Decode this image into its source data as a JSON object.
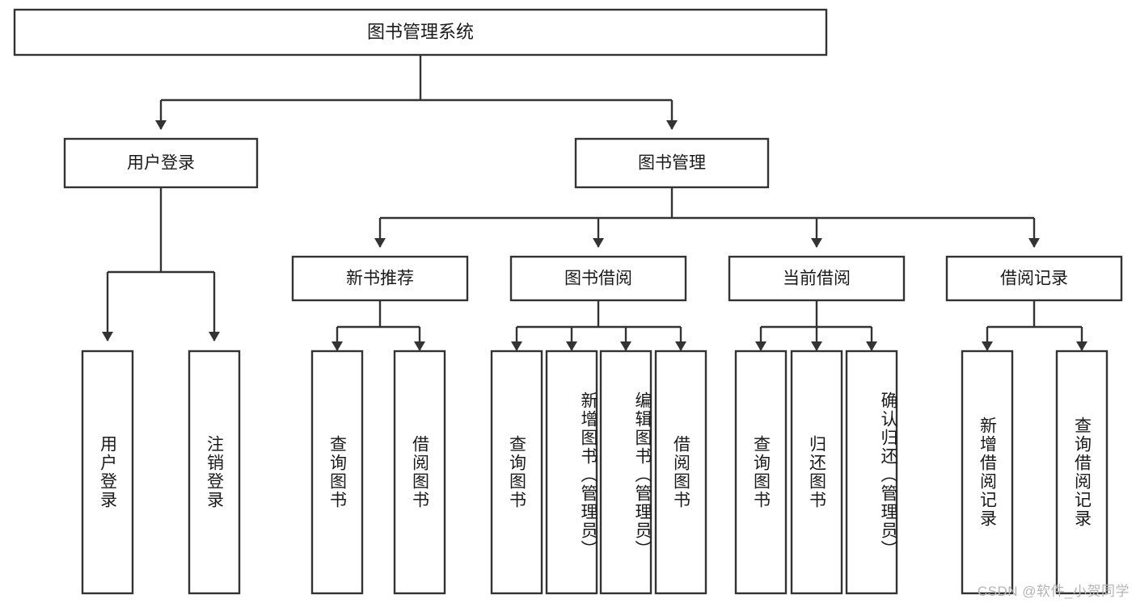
{
  "diagram": {
    "type": "tree-hierarchy",
    "title": "图书管理系统功能结构图",
    "colors": {
      "box_fill": "#ffffff",
      "box_stroke": "#333333",
      "text": "#1a1a1a",
      "background": "#ffffff",
      "watermark": "#b5b5b5"
    },
    "root": {
      "label": "图书管理系统"
    },
    "level1": [
      {
        "label": "用户登录"
      },
      {
        "label": "图书管理"
      }
    ],
    "level2": [
      {
        "label": "新书推荐"
      },
      {
        "label": "图书借阅"
      },
      {
        "label": "当前借阅"
      },
      {
        "label": "借阅记录"
      }
    ],
    "leaves": {
      "user_login": [
        {
          "label": "用户登录"
        },
        {
          "label": "注销登录"
        }
      ],
      "new_book_recommend": [
        {
          "label": "查询图书"
        },
        {
          "label": "借阅图书"
        }
      ],
      "book_borrow": [
        {
          "label": "查询图书"
        },
        {
          "label": "新增图书（管理员）"
        },
        {
          "label": "编辑图书（管理员）"
        },
        {
          "label": "借阅图书"
        }
      ],
      "current_borrow": [
        {
          "label": "查询图书"
        },
        {
          "label": "归还图书"
        },
        {
          "label": "确认归还（管理员）"
        }
      ],
      "borrow_record": [
        {
          "label": "新增借阅记录"
        },
        {
          "label": "查询借阅记录"
        }
      ]
    }
  },
  "watermark": {
    "text": "CSDN @软件_小贺同学"
  }
}
